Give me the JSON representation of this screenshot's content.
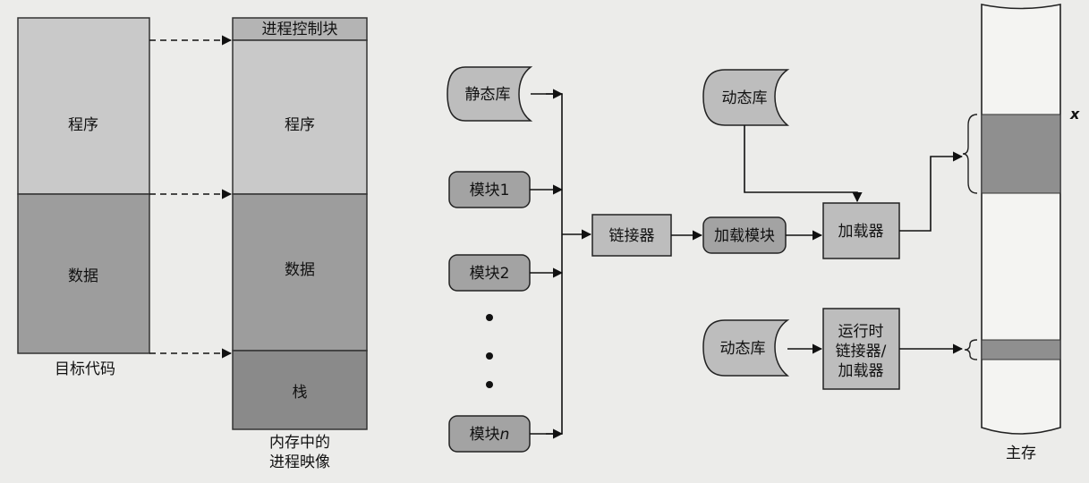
{
  "object_code": {
    "program": "程序",
    "data": "数据",
    "caption": "目标代码"
  },
  "process_image": {
    "pcb": "进程控制块",
    "program": "程序",
    "data": "数据",
    "stack": "栈",
    "caption_line1": "内存中的",
    "caption_line2": "进程映像"
  },
  "build": {
    "static_library": "静态库",
    "module1": "模块1",
    "module2": "模块2",
    "modulen": "模块",
    "modulen_sub": "n",
    "linker": "链接器",
    "load_module": "加载模块",
    "dynamic_library_top": "动态库",
    "loader": "加载器",
    "dynamic_library_bottom": "动态库",
    "runtime_line1": "运行时",
    "runtime_line2": "链接器/",
    "runtime_line3": "加载器"
  },
  "memory": {
    "label": "主存",
    "x_label": "x"
  },
  "colors": {
    "object_program": "#c9c9c9",
    "object_data": "#9d9d9d",
    "image_pcb": "#b4b4b4",
    "image_program": "#c9c9c9",
    "image_data": "#9d9d9d",
    "image_stack": "#8a8a8a",
    "module_fill": "#a3a3a3",
    "node_fill": "#bdbdbd",
    "memory_band": "#8f8f8f"
  }
}
